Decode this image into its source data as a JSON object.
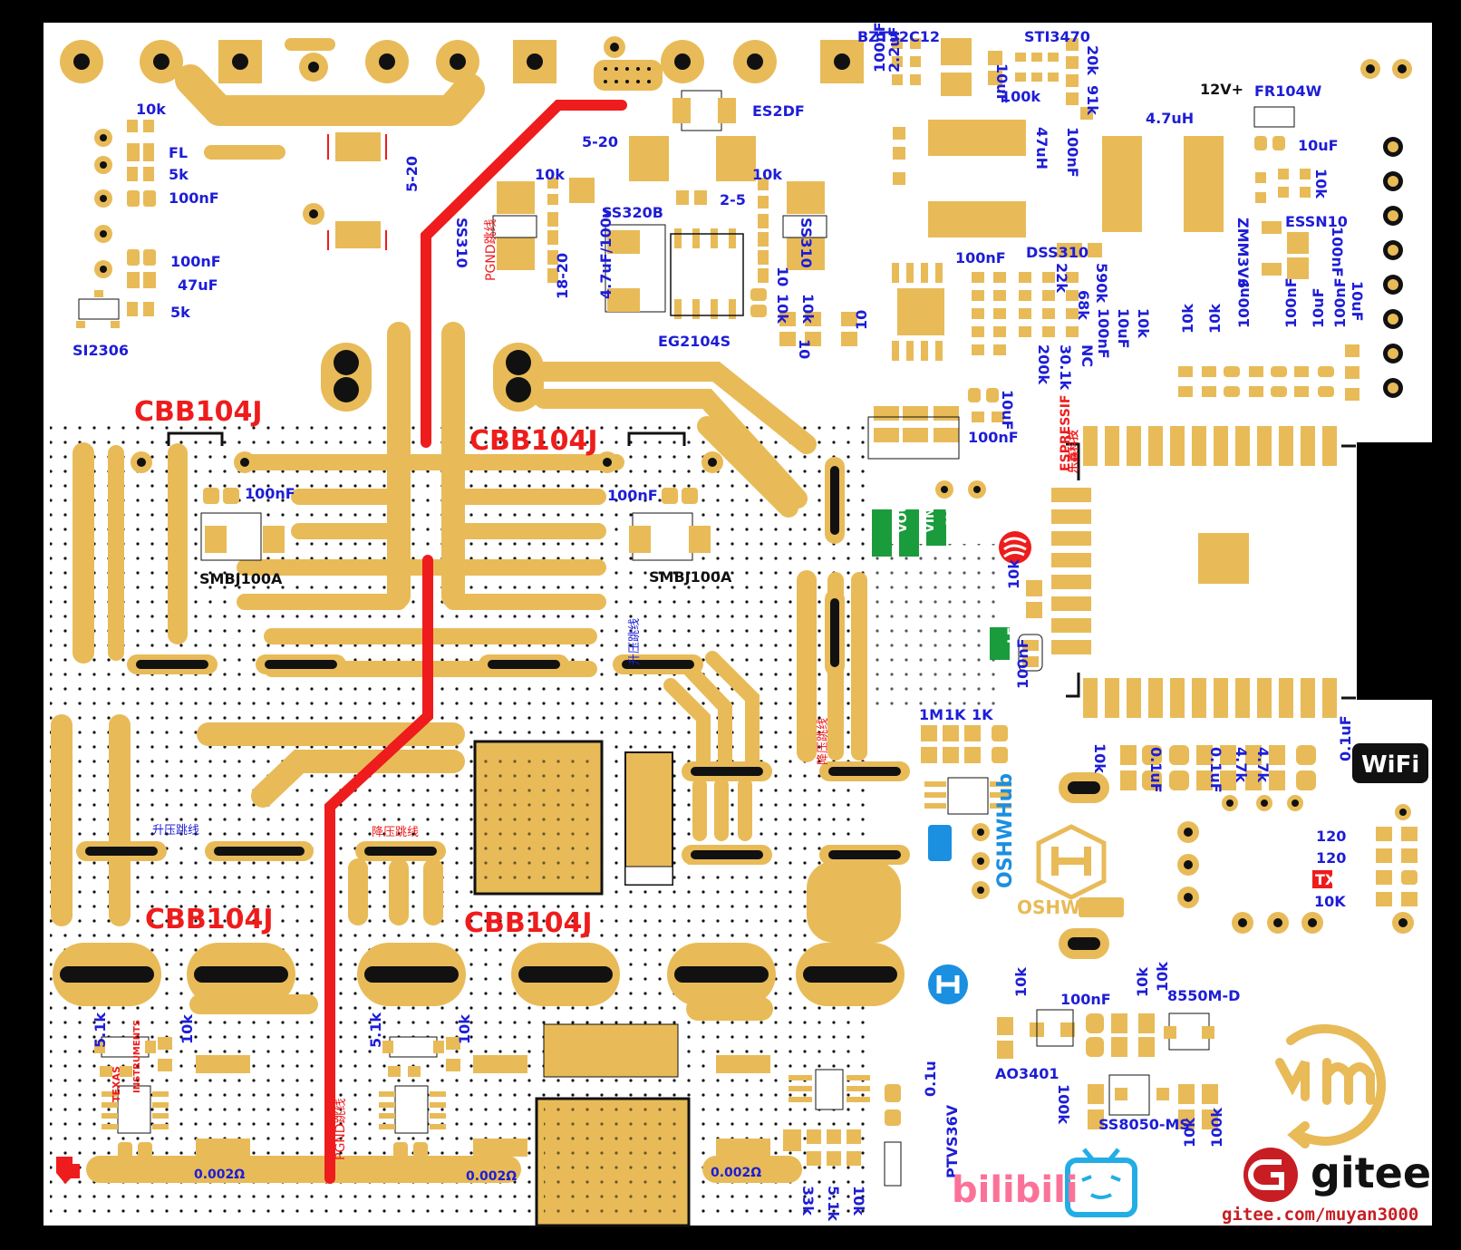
{
  "colors": {
    "board": "#ffffff",
    "background": "#000000",
    "pad": "#e8bb58",
    "silk_blue": "#1d1dd6",
    "silk_red": "#ee1c1c",
    "jumper_red": "#ee1c1c",
    "black": "#111111",
    "green": "#1a9c3c",
    "gitee_red": "#c71d23",
    "bilibili_pink": "#fb7299",
    "bilibili_blue": "#23ade5",
    "oshw_blue": "#1b8fe0"
  },
  "labels": {
    "cbb_tl": "CBB104J",
    "cbb_tm": "CBB104J",
    "cbb_bl": "CBB104J",
    "cbb_bm": "CBB104J",
    "smbj_l": "SMBJ100A",
    "smbj_r": "SMBJ100A",
    "c100nf_l": "100nF",
    "c100nf_r": "100nF",
    "k10_a": "10k",
    "fl": "FL",
    "k5_a": "5k",
    "nf100_a": "100nF",
    "nf100_b": "100nF",
    "uf47_a": "47uF",
    "k5_b": "5k",
    "si2306": "SI2306",
    "s520_a": "5-20",
    "s520_b": "5-20",
    "es2df": "ES2DF",
    "k10_b": "10k",
    "k10_c": "10k",
    "s25": "2-5",
    "ss310_a": "SS310",
    "ss310_b": "SS310",
    "ss320b": "SS320B",
    "s1820": "18-20",
    "c47uf": "4.7uF/100v",
    "eg2104s": "EG2104S",
    "pgnd_top": "PGND跳线",
    "pgnd_bot": "PGND跳线",
    "boost_1": "升压跳线",
    "buck_1": "降压跳线",
    "boost_2": "升压跳线",
    "buck_2": "降压跳线",
    "bzt": "BZT52C12",
    "sti": "STI3470",
    "k20": "20k",
    "k91": "91k",
    "k100a": "100k",
    "nf100_c": "100nF",
    "uf22": "2.2uF",
    "uf10_a": "10uF",
    "uh47": "47uH",
    "nf100_d": "100nF",
    "uh4_7": "4.7uH",
    "v12": "12V+",
    "fr104w": "FR104W",
    "uf10_b": "10uF",
    "k10_d": "10k",
    "essn10": "ESSN10",
    "zmm": "ZMM3V6",
    "dss310": "DSS310",
    "nf100_e": "100nF",
    "k22": "22k",
    "k590": "590k",
    "k68": "68k",
    "nf100_f": "100nF",
    "uf10_c": "10uF",
    "k10_e": "10k",
    "k200": "200k",
    "k301": "30.1k",
    "nc": "NC",
    "uf10_d": "10uF",
    "nf100_g": "100nF",
    "r10_a": "10",
    "r10_b": "10",
    "r10_c": "10",
    "k10_f": "10k",
    "k10_g": "10k",
    "k10_h": "10k",
    "k10_i": "10k",
    "nf100_h": "100nF",
    "nf100_i": "100nF",
    "nf100_j": "100nF",
    "uf10_e": "10uF",
    "uf10_f": "10uF",
    "nf100_k": "100nF",
    "vout": "VOUT",
    "vinv": "VINV",
    "sys": "SYS",
    "espressif": "ESPRESSIF",
    "lexin": "乐鑫科技",
    "k10_led": "10k",
    "led": "LED",
    "nf100_led": "100nF",
    "m1": "1M",
    "k1_a": "1K",
    "k1_b": "1K",
    "k10_w": "10k",
    "uf01_a": "0.1uF",
    "uf01_b": "0.1uF",
    "k47_a": "4.7k",
    "k47_b": "4.7k",
    "uf01_c": "0.1uF",
    "wifi": "WiFi",
    "r120_a": "120",
    "r120_b": "120",
    "tx": "TX",
    "k10_tx": "10K",
    "oshw": "OSHWHub",
    "oshw_side": "OSHWHub",
    "k10_q": "10k",
    "nf100_q": "100nF",
    "k10_q2": "10k",
    "k10_q3": "10k",
    "s8550": "8550M-D",
    "ao3401": "AO3401",
    "k100_q": "100k",
    "ss8050": "SS8050-MS",
    "k10_z": "10k",
    "k100_z": "100k",
    "k51_a": "5.1k",
    "k10_s1": "10k",
    "k51_b": "5.1k",
    "k10_s2": "10k",
    "ti_1": "TEXAS",
    "ti_2": "INSTRUMENTS",
    "r0002_a": "0.002Ω",
    "r0002_b": "0.002Ω",
    "r0002_c": "0.002Ω",
    "k33": "33k",
    "k51_c": "5.1k",
    "k10_p": "10k",
    "ptvs": "PTVS36V",
    "uf01_p": "0.1u",
    "bilibili": "bilibili",
    "gitee": "gitee",
    "gitee_url": "gitee.com/muyan3000"
  }
}
